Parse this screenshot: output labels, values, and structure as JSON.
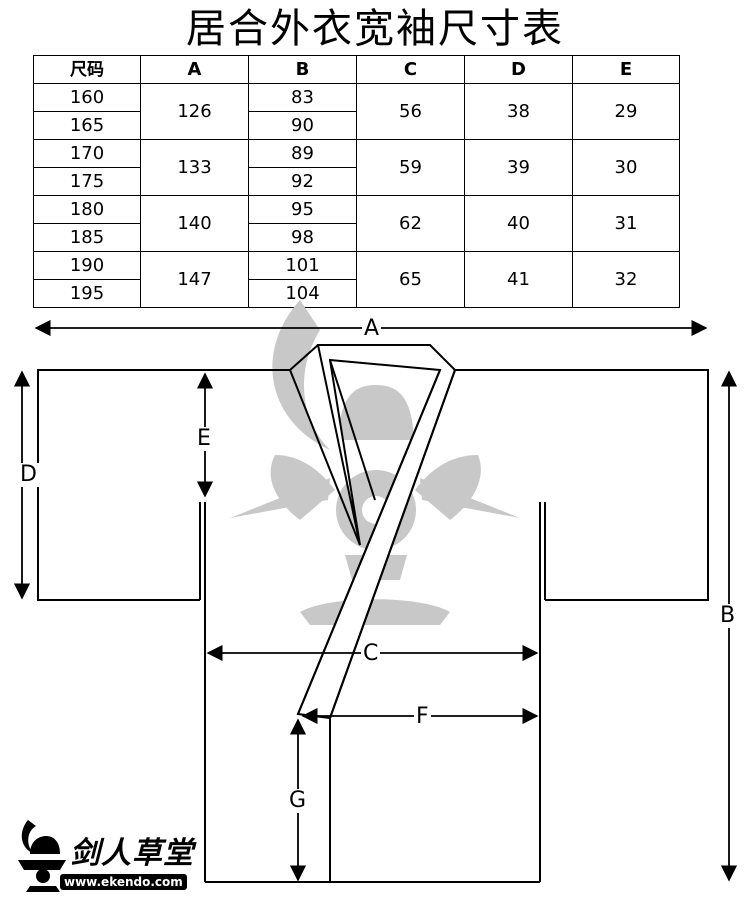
{
  "title": "居合外衣宽袖尺寸表",
  "table": {
    "headers": [
      "尺码",
      "A",
      "B",
      "C",
      "D",
      "E"
    ],
    "groups": [
      {
        "sizes": [
          "160",
          "165"
        ],
        "A": "126",
        "B": [
          "83",
          "90"
        ],
        "C": "56",
        "D": "38",
        "E": "29"
      },
      {
        "sizes": [
          "170",
          "175"
        ],
        "A": "133",
        "B": [
          "89",
          "92"
        ],
        "C": "59",
        "D": "39",
        "E": "30"
      },
      {
        "sizes": [
          "180",
          "185"
        ],
        "A": "140",
        "B": [
          "95",
          "98"
        ],
        "C": "62",
        "D": "40",
        "E": "31"
      },
      {
        "sizes": [
          "190",
          "195"
        ],
        "A": "147",
        "B": [
          "101",
          "104"
        ],
        "C": "65",
        "D": "41",
        "E": "32"
      }
    ]
  },
  "diagram": {
    "labels": {
      "A": "A",
      "B": "B",
      "C": "C",
      "D": "D",
      "E": "E",
      "F": "F",
      "G": "G"
    },
    "colors": {
      "line": "#000000",
      "watermark": "#c8c8c8"
    }
  },
  "logo": {
    "name": "剑人草堂",
    "url": "www.ekendo.com",
    "icon": "kabuto-helmet-icon"
  }
}
